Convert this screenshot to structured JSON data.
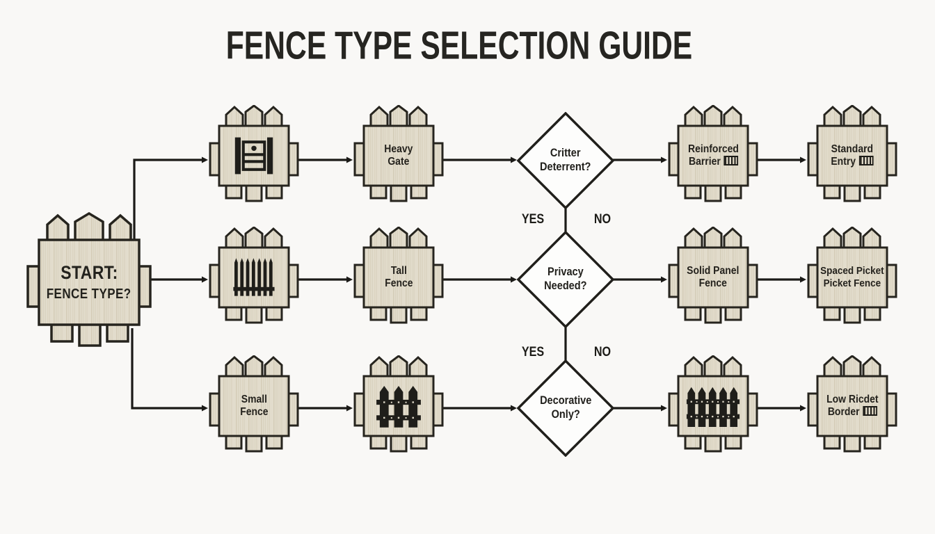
{
  "title": "FENCE TYPE SELECTION GUIDE",
  "start": {
    "line1": "START:",
    "line2": "FENCE TYPE?"
  },
  "branch_labels": {
    "yes": "YES",
    "no": "NO"
  },
  "flow": {
    "row1": {
      "icon1": "gate-icon",
      "node2": "Heavy\nGate",
      "decision": "Critter\nDeterrent?",
      "node4": "Reinforced\nBarrier",
      "node4_icon": "mini-fence-icon",
      "node5": "Standard\nEntry",
      "node5_icon": "mini-fence-icon"
    },
    "row2": {
      "icon1": "tall-fence-icon",
      "node2": "Tall\nFence",
      "decision": "Privacy\nNeeded?",
      "node4": "Solid Panel\nFence",
      "node5": "Spaced Picket\nPicket Fence"
    },
    "row3": {
      "node1": "Small\nFence",
      "icon2": "small-picket-fence-icon",
      "decision": "Decorative\nOnly?",
      "icon4": "wide-picket-fence-icon",
      "node5": "Low Ricdet\nBorder",
      "node5_icon": "mini-fence-icon"
    }
  },
  "colors": {
    "background": "#f9f8f6",
    "node_fill": "#e2dccc",
    "node_grain": "#cfc6b0",
    "node_stroke": "#26241e",
    "diamond_fill": "#fdfdfc",
    "line": "#1b1a17",
    "icon_ink": "#1f1e1a",
    "text_ink": "#24221d"
  }
}
